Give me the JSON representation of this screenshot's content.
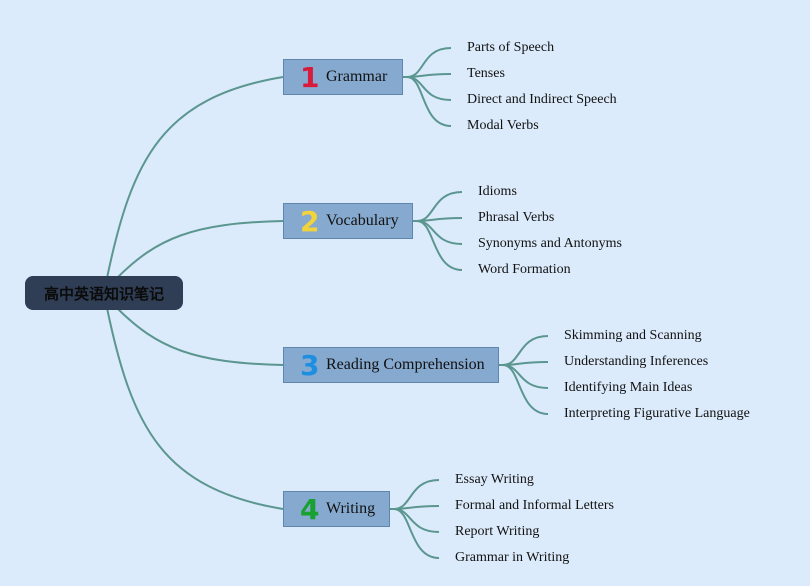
{
  "root": {
    "label": "高中英语知识笔记"
  },
  "branches": [
    {
      "number": "1",
      "number_color": "#d81b3c",
      "label": "Grammar",
      "children": [
        "Parts of Speech",
        "Tenses",
        "Direct and Indirect Speech",
        "Modal Verbs"
      ]
    },
    {
      "number": "2",
      "number_color": "#f2d43a",
      "label": "Vocabulary",
      "children": [
        "Idioms",
        "Phrasal Verbs",
        "Synonyms and Antonyms",
        "Word Formation"
      ]
    },
    {
      "number": "3",
      "number_color": "#1e8fe0",
      "label": "Reading Comprehension",
      "children": [
        "Skimming and Scanning",
        "Understanding Inferences",
        "Identifying Main Ideas",
        "Interpreting Figurative Language"
      ]
    },
    {
      "number": "4",
      "number_color": "#18a030",
      "label": "Writing",
      "children": [
        "Essay Writing",
        "Formal and Informal Letters",
        "Report Writing",
        "Grammar in Writing"
      ]
    }
  ],
  "colors": {
    "background": "#dcebfb",
    "connector": "#5b9690",
    "root_fill": "#2f3e55",
    "branch_fill": "#86a9cf"
  }
}
